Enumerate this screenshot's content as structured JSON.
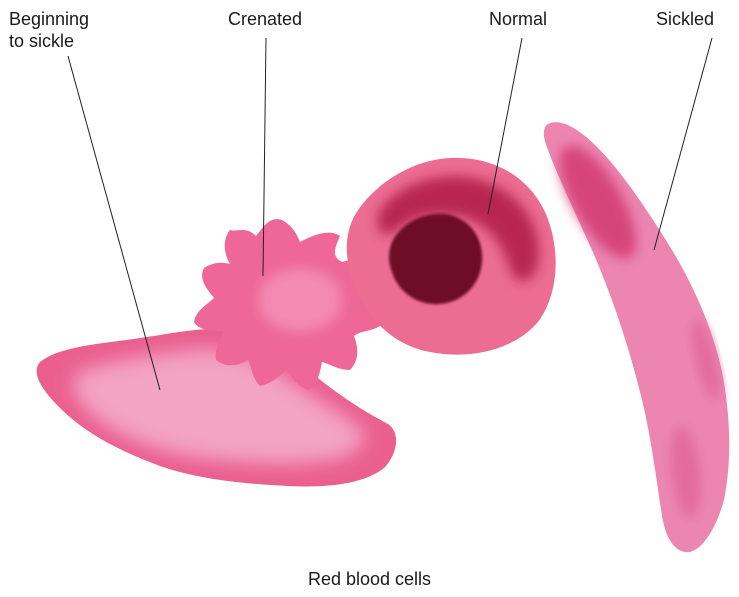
{
  "labels": {
    "beginning_line1": "Beginning",
    "beginning_line2": "to sickle",
    "crenated": "Crenated",
    "normal": "Normal",
    "sickled": "Sickled"
  },
  "caption": "Red blood cells",
  "colors": {
    "cell_rim": "#ea5f8e",
    "cell_light": "#f3a3c4",
    "normal_body": "#ec6d92",
    "normal_ring": "#b8264f",
    "normal_center": "#6e0a27",
    "crenated_body": "#ee6796",
    "sickled_body": "#ec86b1",
    "sickled_dark": "#d6457a",
    "leader_line": "#222222"
  }
}
